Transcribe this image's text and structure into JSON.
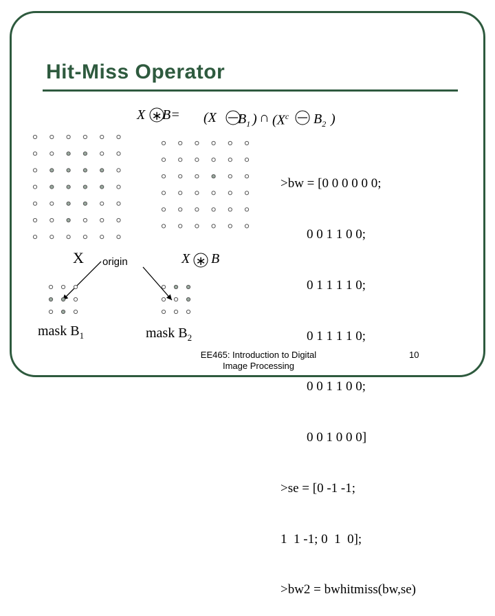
{
  "slide": {
    "title": "Hit-Miss Operator",
    "footer_line1": "EE465: Introduction to Digital",
    "footer_line2": "Image Processing",
    "page_number": "10"
  },
  "formula": {
    "lhs_x": "X",
    "lhs_b": "B=",
    "op_symbol": "∗",
    "open_x": "(X",
    "b1": "B",
    "b1_sub": "1",
    "close1": ")",
    "intersect": "∩",
    "open_xc": "(X",
    "xc_sup": "c",
    "b2": "B",
    "b2_sub": "2",
    "close2": ")"
  },
  "labels": {
    "x": "X",
    "origin": "origin",
    "result_x": "X",
    "result_b": "B",
    "mask_b1": "mask B",
    "mask_b1_sub": "1",
    "mask_b2": "mask B",
    "mask_b2_sub": "2"
  },
  "code": {
    "lines": [
      ">bw = [0 0 0 0 0 0;",
      "        0 0 1 1 0 0;",
      "        0 1 1 1 1 0;",
      "        0 1 1 1 1 0;",
      "        0 0 1 1 0 0;",
      "        0 0 1 0 0 0]",
      ">se = [0 -1 -1;",
      "1  1 -1; 0  1  0];",
      ">bw2 = bwhitmiss(bw,se)"
    ]
  },
  "grids": {
    "input_x": [
      [
        0,
        0,
        0,
        0,
        0,
        0
      ],
      [
        0,
        0,
        1,
        1,
        0,
        0
      ],
      [
        0,
        1,
        1,
        1,
        1,
        0
      ],
      [
        0,
        1,
        1,
        1,
        1,
        0
      ],
      [
        0,
        0,
        1,
        1,
        0,
        0
      ],
      [
        0,
        0,
        1,
        0,
        0,
        0
      ]
    ],
    "mask_b1": [
      [
        0,
        0,
        0
      ],
      [
        1,
        1,
        0
      ],
      [
        0,
        1,
        0
      ]
    ],
    "mask_b2": [
      [
        0,
        1,
        1
      ],
      [
        0,
        0,
        1
      ],
      [
        0,
        0,
        0
      ]
    ],
    "result": [
      [
        0,
        0,
        0,
        0,
        0,
        0
      ],
      [
        0,
        0,
        0,
        0,
        0,
        0
      ],
      [
        0,
        0,
        0,
        1,
        0,
        0
      ],
      [
        0,
        0,
        0,
        0,
        0,
        0
      ],
      [
        0,
        0,
        0,
        0,
        0,
        0
      ],
      [
        0,
        0,
        0,
        0,
        0,
        0
      ]
    ]
  },
  "colors": {
    "frame": "#2e5a3e",
    "title": "#2e5a3e",
    "dot_on": "#9aaa9f",
    "dot_off": "#ffffff",
    "dot_stroke": "#555555"
  }
}
